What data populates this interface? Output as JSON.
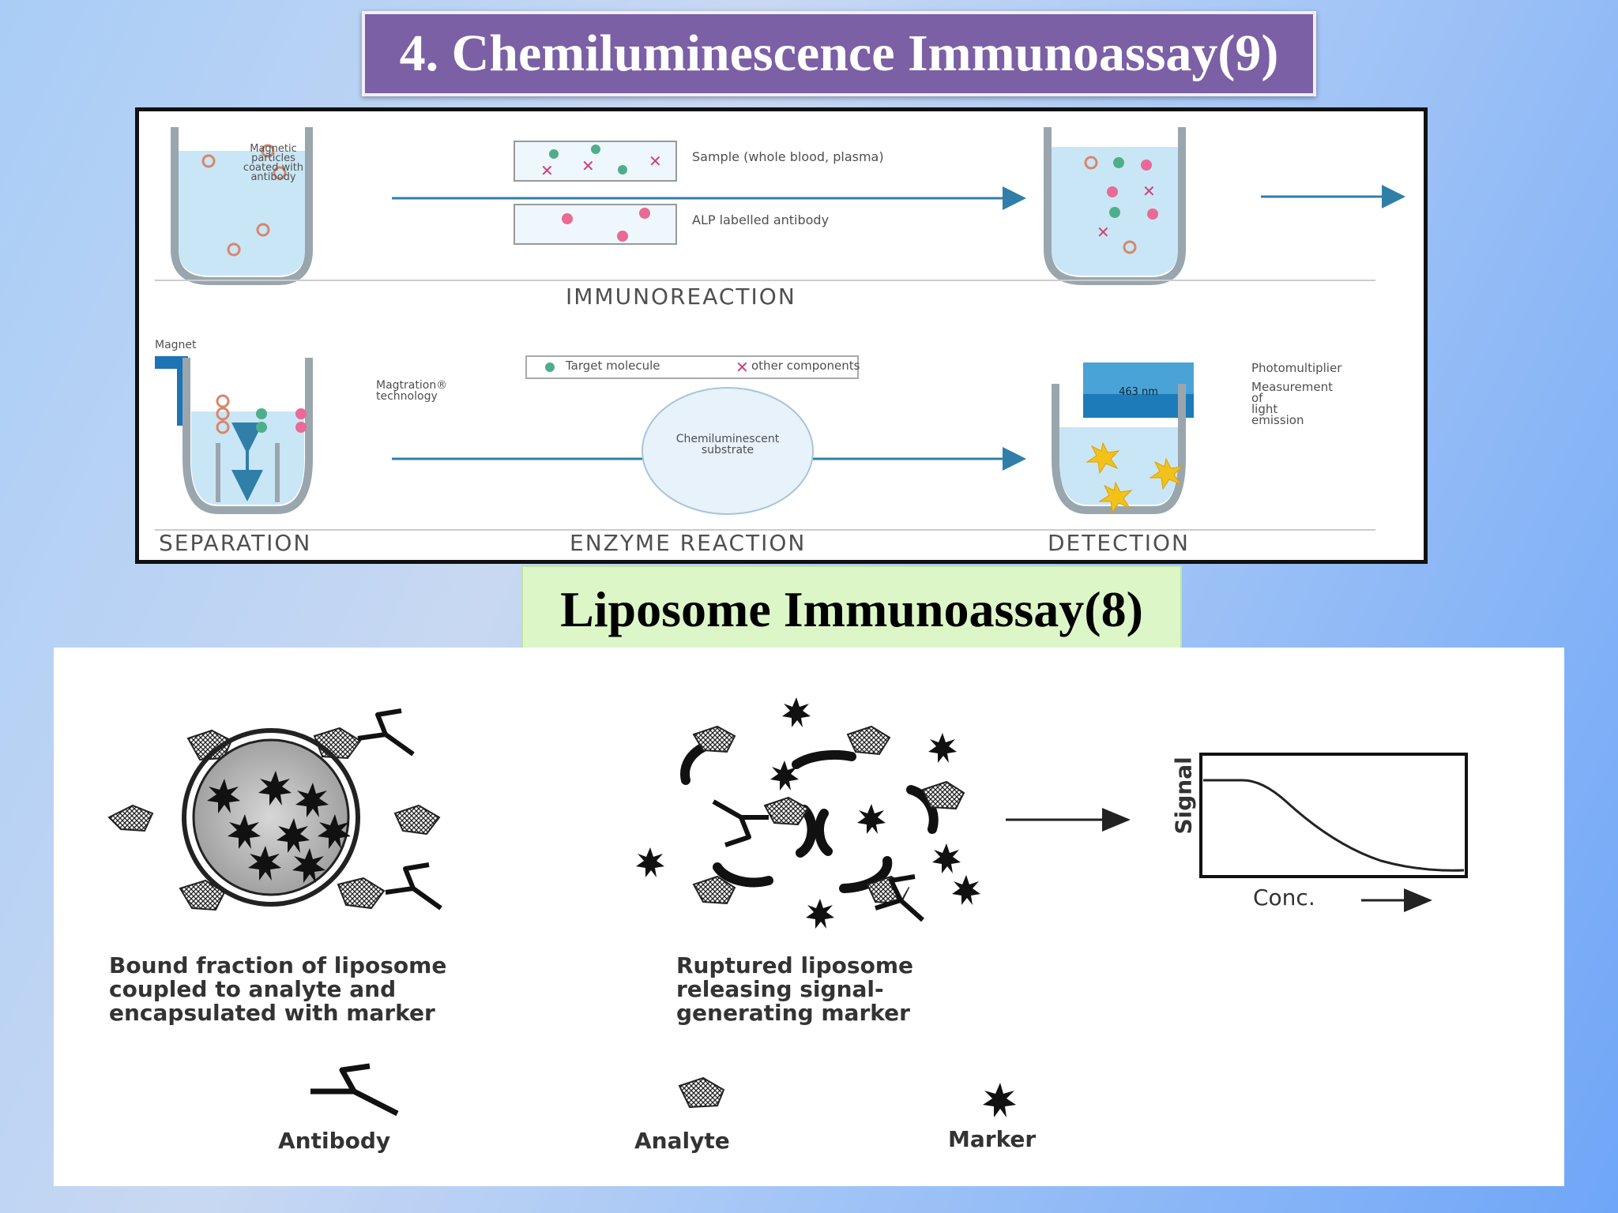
{
  "slide": {
    "title_top": "4. Chemiluminescence Immunoassay(9)",
    "title_bottom": "Liposome Immunoassay(8)"
  },
  "clia": {
    "tube1_label": "Magnetic\nparticles\ncoated with\nantibody",
    "sample_label": "Sample (whole blood, plasma)",
    "alp_label": "ALP labelled antibody",
    "immunoreaction": "IMMUNOREACTION",
    "magnet_label": "Magnet",
    "magtration_label": "Magtration®\ntechnology",
    "legend_target": "Target molecule",
    "legend_other": "other components",
    "substrate_label": "Chemiluminescent\nsubstrate",
    "wavelength": "463 nm",
    "pmt_label": "Photomultiplier",
    "measurement_label": "Measurement\nof\nlight\nemission",
    "separation": "SEPARATION",
    "enzyme_reaction": "ENZYME REACTION",
    "detection": "DETECTION"
  },
  "lia": {
    "bound_caption": [
      "Bound fraction of liposome",
      "coupled to analyte and",
      "encapsulated with marker"
    ],
    "ruptured_caption": [
      "Ruptured liposome",
      "releasing signal-",
      "generating marker"
    ],
    "signal_label": "Signal",
    "conc_label": "Conc.",
    "legend_antibody": "Antibody",
    "legend_analyte": "Analyte",
    "legend_marker": "Marker"
  },
  "colors": {
    "title_top_bg": "#7b60a5",
    "title_bottom_bg": "#dcf6c8",
    "arrow": "#2f7fa8",
    "liquid": "#c9e6f6",
    "pink": "#e86a95",
    "green": "#4fae8a"
  }
}
